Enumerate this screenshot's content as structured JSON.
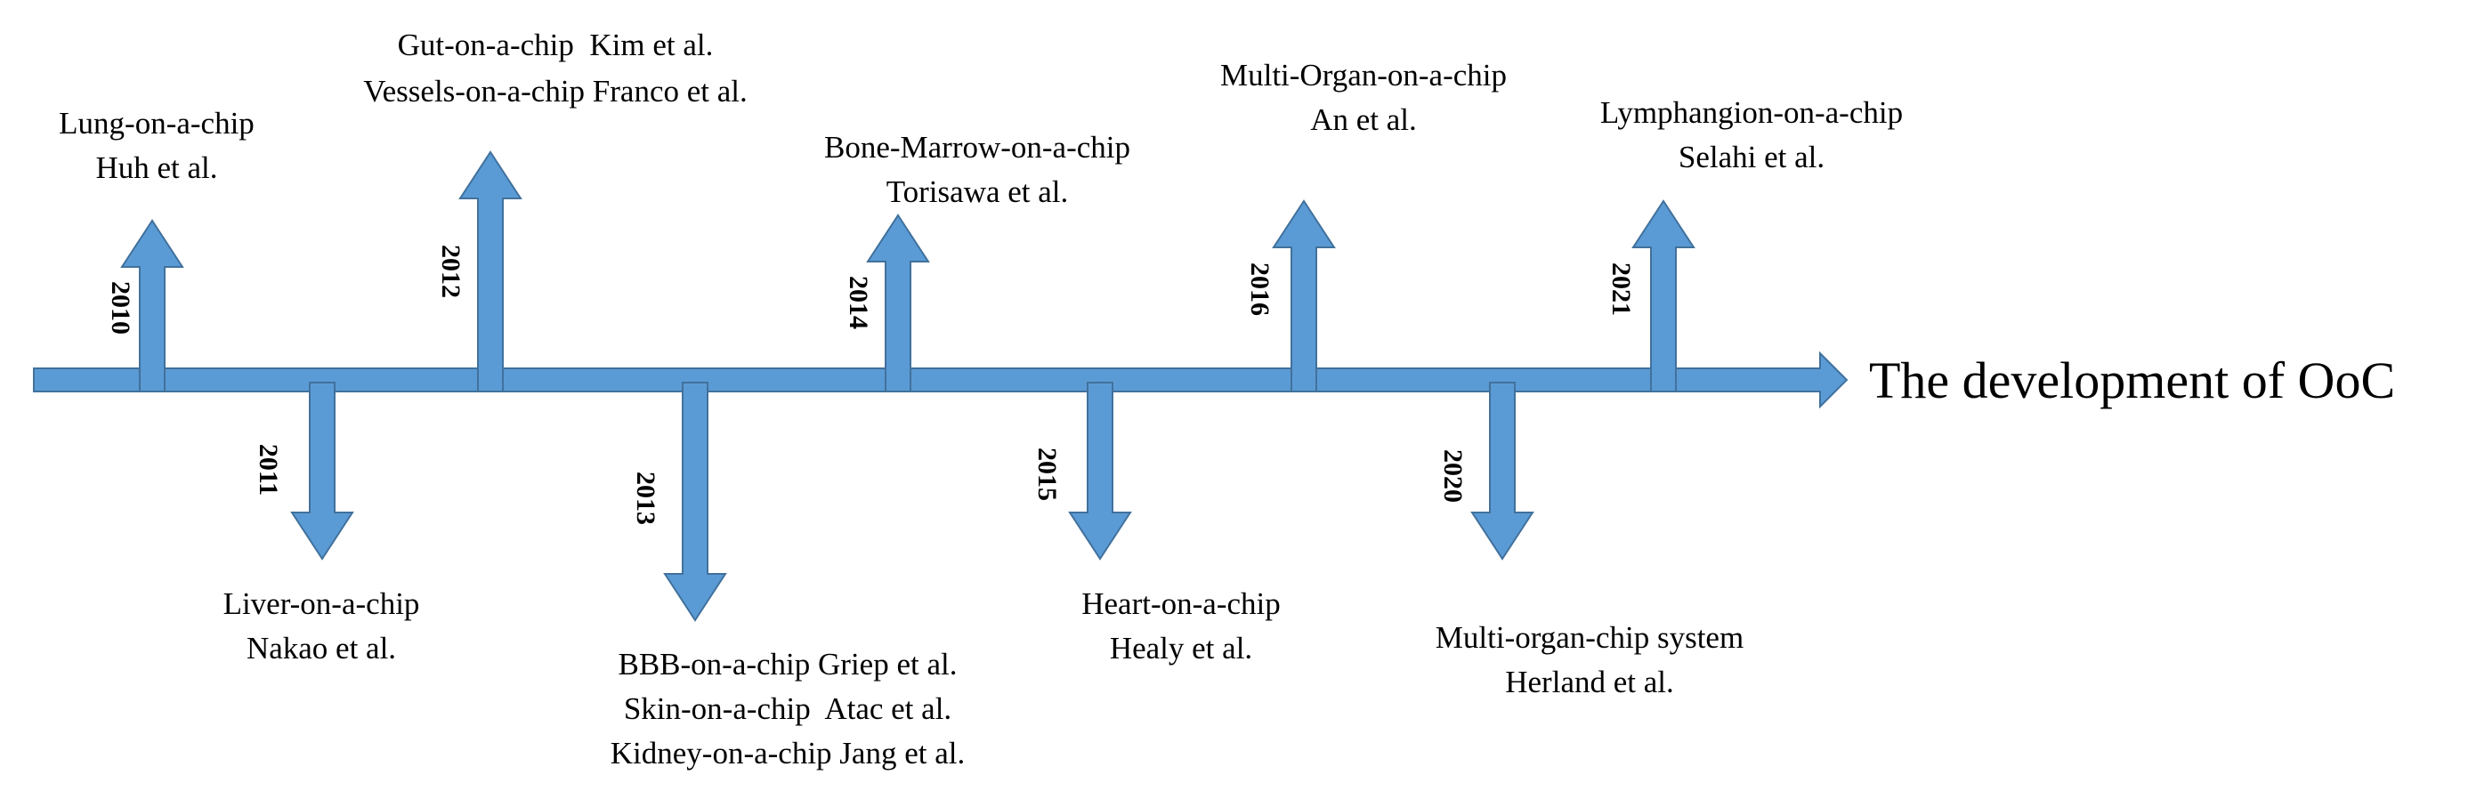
{
  "diagram": {
    "title": "The development of OoC",
    "colors": {
      "arrow_fill": "#5b9bd5",
      "arrow_stroke": "#41719c",
      "text": "#000000"
    },
    "milestones": [
      {
        "year": "2010",
        "lines": [
          "Lung-on-a-chip",
          "Huh et al."
        ]
      },
      {
        "year": "2011",
        "lines": [
          "Liver-on-a-chip",
          "Nakao et al."
        ]
      },
      {
        "year": "2012",
        "lines": [
          "Gut-on-a-chip  Kim et al.",
          "Vessels-on-a-chip Franco et al."
        ]
      },
      {
        "year": "2013",
        "lines": [
          "BBB-on-a-chip Griep et al.",
          "Skin-on-a-chip  Atac et al.",
          "Kidney-on-a-chip Jang et al."
        ]
      },
      {
        "year": "2014",
        "lines": [
          "Bone-Marrow-on-a-chip",
          "Torisawa et al."
        ]
      },
      {
        "year": "2015",
        "lines": [
          "Heart-on-a-chip",
          "Healy et al."
        ]
      },
      {
        "year": "2016",
        "lines": [
          "Multi-Organ-on-a-chip",
          "An et al."
        ]
      },
      {
        "year": "2020",
        "lines": [
          "Multi-organ-chip system",
          "Herland et al."
        ]
      },
      {
        "year": "2021",
        "lines": [
          "Lymphangion-on-a-chip",
          "Selahi et al."
        ]
      }
    ]
  }
}
